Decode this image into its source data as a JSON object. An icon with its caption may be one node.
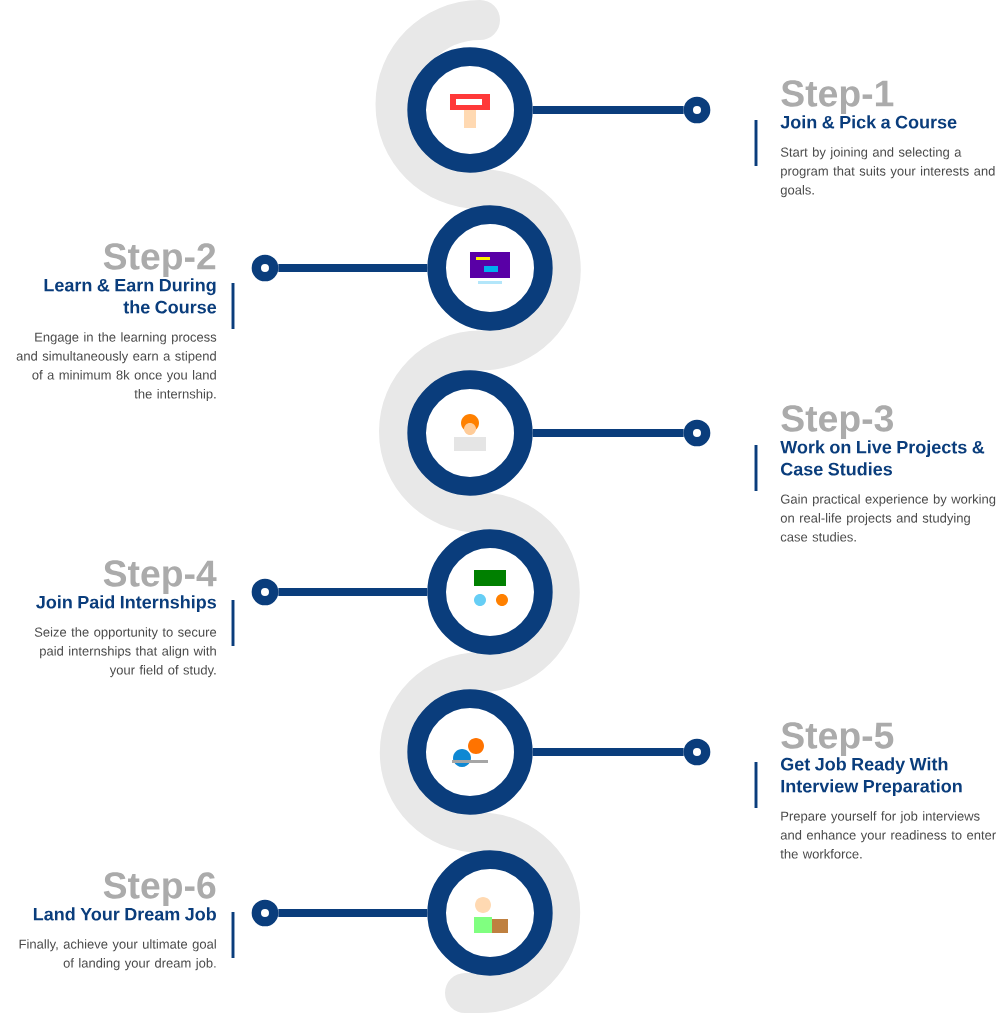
{
  "diagram": {
    "nodes": [
      {
        "text": [],
        "shape": "circle"
      },
      {
        "text": [],
        "shape": "circle"
      },
      {
        "text": [
          "Step-1",
          "Join & Pick a Course",
          "Start by joining and selecting a program that suits your interests and goals."
        ]
      },
      {
        "text": [],
        "shape": "circle"
      },
      {
        "text": [],
        "shape": "circle"
      },
      {
        "text": [
          "Step-2",
          "Learn & Earn During the Course",
          "Engage in the learning process and simultaneously earn a stipend of a minimum 8k once you land the internship."
        ]
      },
      {
        "text": [],
        "shape": "circle"
      },
      {
        "text": [],
        "shape": "circle"
      },
      {
        "text": [
          "Step-3",
          "Work on Live Projects & Case Studies",
          "Gain practical experience by working on real-life projects and studying case studies."
        ]
      },
      {
        "text": [],
        "shape": "circle"
      },
      {
        "text": [],
        "shape": "circle"
      },
      {
        "text": [
          "Step-4",
          "Join Paid Internships",
          "Seize the opportunity to secure paid internships that align with your field of study."
        ]
      },
      {
        "text": [],
        "shape": "circle"
      },
      {
        "text": [],
        "shape": "circle"
      },
      {
        "text": [
          "Step-5",
          "Get Job Ready With Interview Preparation",
          "Prepare yourself for job interviews and enhance your readiness to enter the workforce."
        ]
      },
      {
        "text": [],
        "shape": "circle"
      },
      {
        "text": [],
        "shape": "circle"
      },
      {
        "text": [
          "Step-6",
          "Land Your Dream Job",
          "Finally, achieve your ultimate goal of landing your dream job."
        ]
      }
    ],
    "edges": [
      {
        "from": 0,
        "to": 1,
        "arrow": "none"
      },
      {
        "from": 3,
        "to": 4,
        "arrow": "none"
      },
      {
        "from": 6,
        "to": 7,
        "arrow": "none"
      },
      {
        "from": 9,
        "to": 10,
        "arrow": "none"
      },
      {
        "from": 12,
        "to": 13,
        "arrow": "none"
      },
      {
        "from": 15,
        "to": 16,
        "arrow": "none"
      }
    ]
  }
}
